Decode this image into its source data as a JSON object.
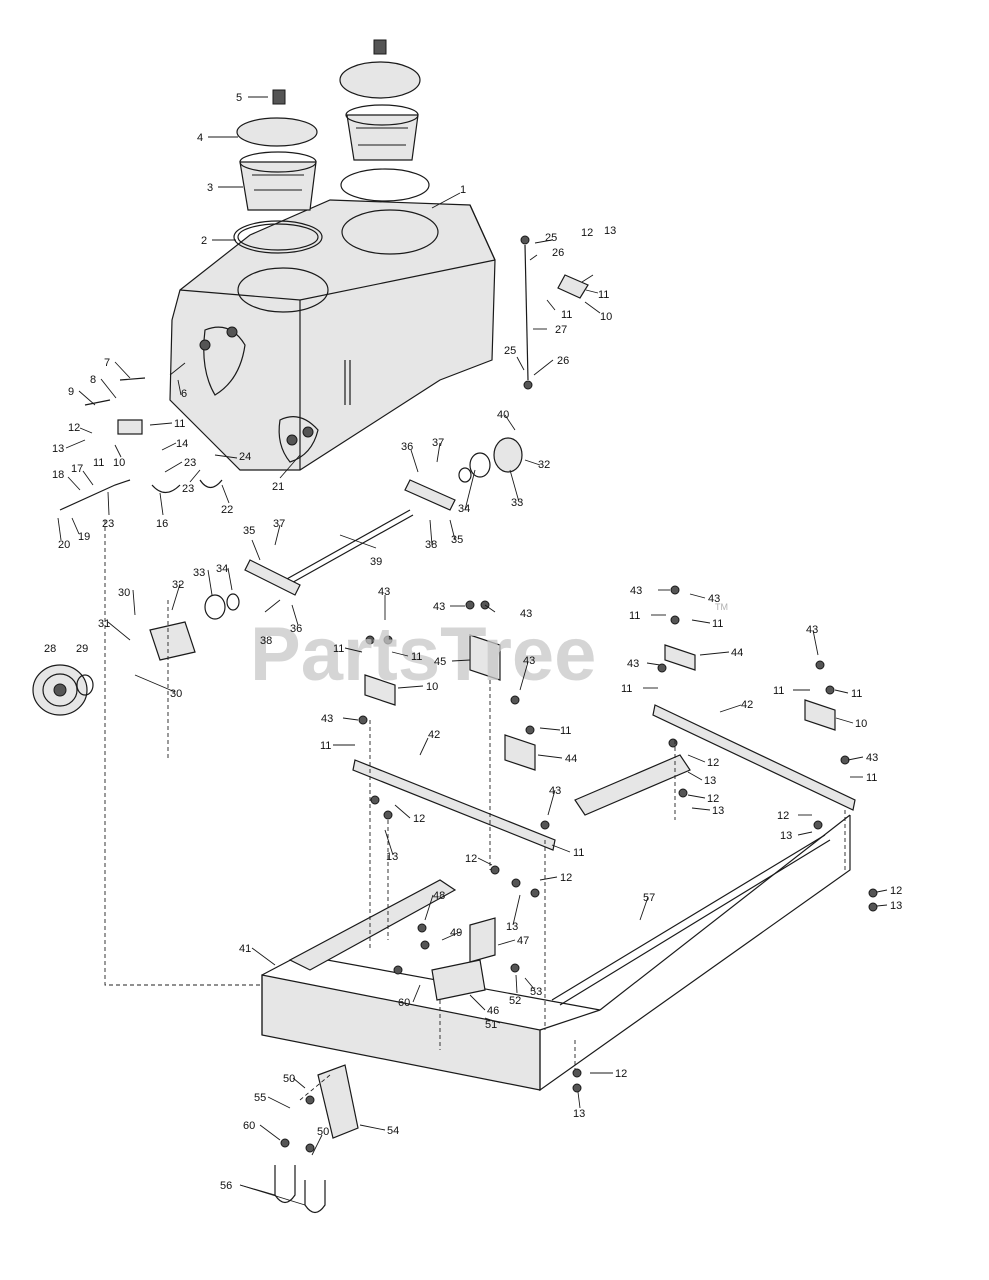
{
  "watermark": {
    "text": "PartsTree",
    "mark": "TM"
  },
  "callouts": [
    "1",
    "2",
    "3",
    "4",
    "5",
    "6",
    "7",
    "8",
    "9",
    "10",
    "11",
    "12",
    "13",
    "14",
    "16",
    "17",
    "18",
    "19",
    "20",
    "21",
    "22",
    "23",
    "24",
    "25",
    "26",
    "27",
    "28",
    "29",
    "30",
    "31",
    "32",
    "33",
    "34",
    "35",
    "36",
    "37",
    "38",
    "39",
    "40",
    "41",
    "42",
    "43",
    "44",
    "45",
    "46",
    "47",
    "48",
    "49",
    "50",
    "51",
    "52",
    "53",
    "54",
    "55",
    "56",
    "57",
    "60"
  ]
}
